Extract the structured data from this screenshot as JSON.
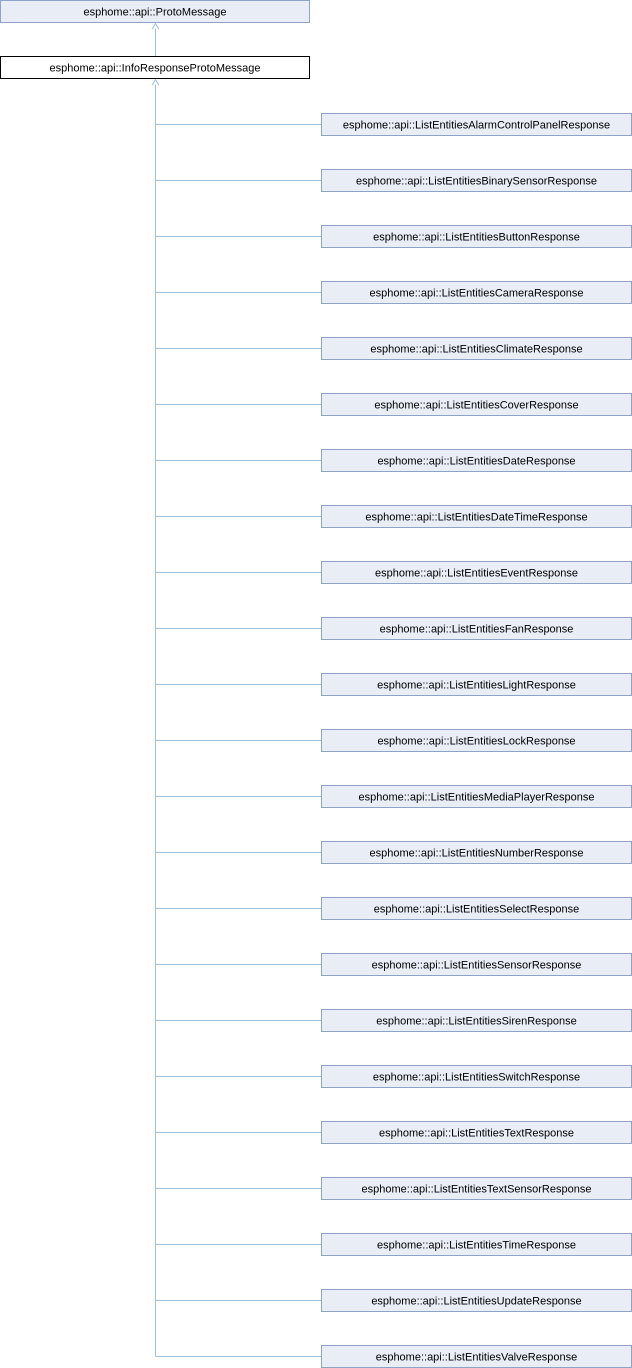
{
  "colors": {
    "node_fill": "#e8edf6",
    "node_border": "#8fa3c8",
    "focus_fill": "#ffffff",
    "focus_border": "#000000",
    "edge": "#9cc3dc"
  },
  "diagram": {
    "base": {
      "label": "esphome::api::ProtoMessage"
    },
    "focus": {
      "label": "esphome::api::InfoResponseProtoMessage"
    },
    "derived": [
      {
        "label": "esphome::api::ListEntitiesAlarmControlPanelResponse"
      },
      {
        "label": "esphome::api::ListEntitiesBinarySensorResponse"
      },
      {
        "label": "esphome::api::ListEntitiesButtonResponse"
      },
      {
        "label": "esphome::api::ListEntitiesCameraResponse"
      },
      {
        "label": "esphome::api::ListEntitiesClimateResponse"
      },
      {
        "label": "esphome::api::ListEntitiesCoverResponse"
      },
      {
        "label": "esphome::api::ListEntitiesDateResponse"
      },
      {
        "label": "esphome::api::ListEntitiesDateTimeResponse"
      },
      {
        "label": "esphome::api::ListEntitiesEventResponse"
      },
      {
        "label": "esphome::api::ListEntitiesFanResponse"
      },
      {
        "label": "esphome::api::ListEntitiesLightResponse"
      },
      {
        "label": "esphome::api::ListEntitiesLockResponse"
      },
      {
        "label": "esphome::api::ListEntitiesMediaPlayerResponse"
      },
      {
        "label": "esphome::api::ListEntitiesNumberResponse"
      },
      {
        "label": "esphome::api::ListEntitiesSelectResponse"
      },
      {
        "label": "esphome::api::ListEntitiesSensorResponse"
      },
      {
        "label": "esphome::api::ListEntitiesSirenResponse"
      },
      {
        "label": "esphome::api::ListEntitiesSwitchResponse"
      },
      {
        "label": "esphome::api::ListEntitiesTextResponse"
      },
      {
        "label": "esphome::api::ListEntitiesTextSensorResponse"
      },
      {
        "label": "esphome::api::ListEntitiesTimeResponse"
      },
      {
        "label": "esphome::api::ListEntitiesUpdateResponse"
      },
      {
        "label": "esphome::api::ListEntitiesValveResponse"
      }
    ]
  }
}
